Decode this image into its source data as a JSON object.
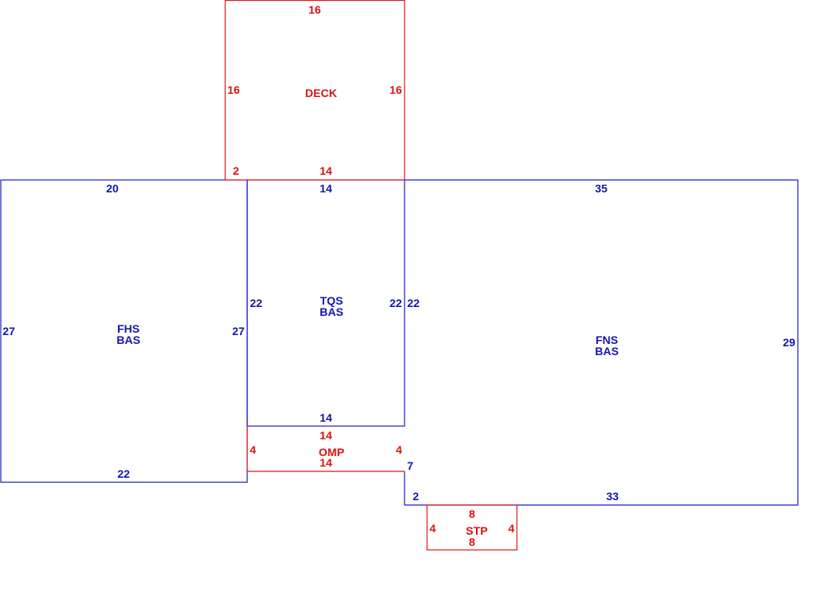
{
  "colors": {
    "main_area": "#1a1ad0",
    "addition": "#e01818"
  },
  "areas": {
    "deck": {
      "name": "DECK",
      "dims": {
        "top": "16",
        "left": "16",
        "right": "16",
        "bottom": "14",
        "corner": "2"
      }
    },
    "fhs": {
      "name": "FHS",
      "type": "BAS",
      "dims": {
        "top": "20",
        "left": "27",
        "right": "27",
        "bottom": "22"
      }
    },
    "tqs": {
      "name": "TQS",
      "type": "BAS",
      "dims": {
        "top": "14",
        "left": "22",
        "right": "22",
        "bottom": "14"
      }
    },
    "fns": {
      "name": "FNS",
      "type": "BAS",
      "dims": {
        "top": "35",
        "left": "22",
        "right": "29",
        "bottom": "33",
        "step_side": "7",
        "step_bottom": "2"
      }
    },
    "omp": {
      "name": "OMP",
      "dims": {
        "top": "14",
        "left": "4",
        "right": "4",
        "bottom": "14"
      }
    },
    "stp": {
      "name": "STP",
      "dims": {
        "top": "8",
        "left": "4",
        "right": "4",
        "bottom": "8"
      }
    }
  }
}
